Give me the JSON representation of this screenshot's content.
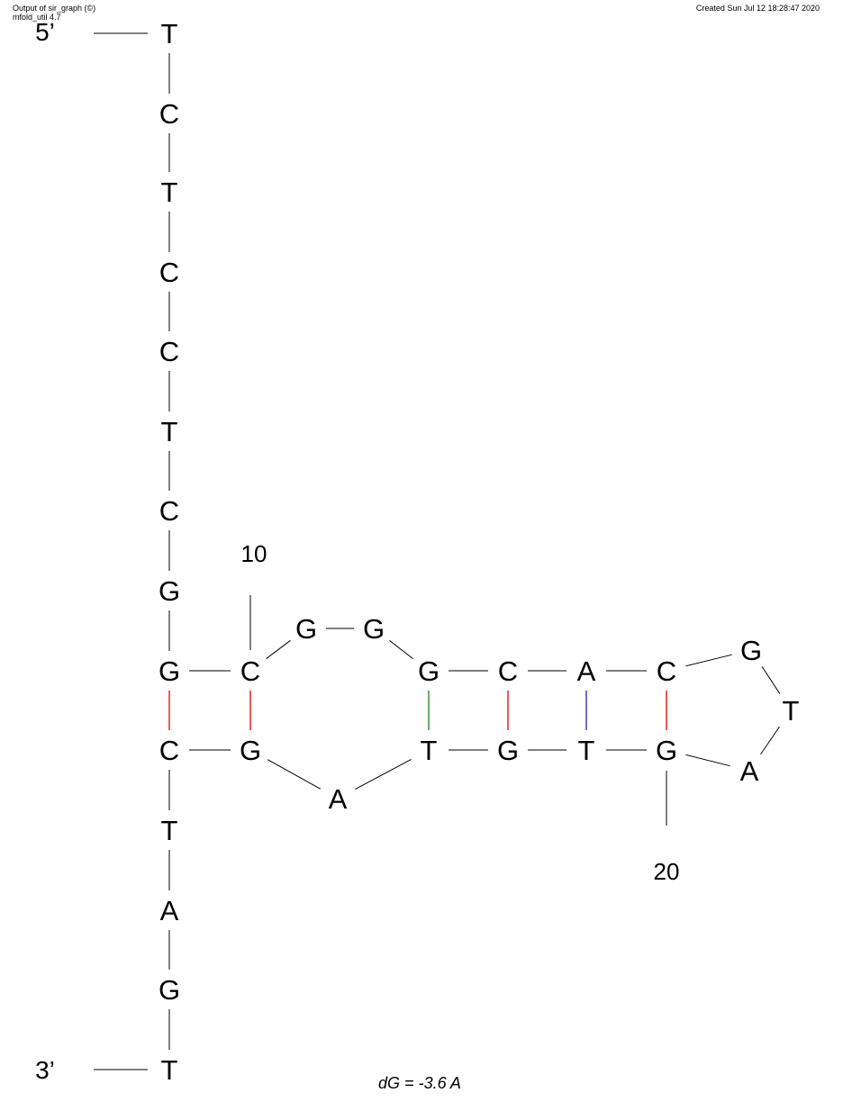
{
  "header": {
    "left_line1": "Output of sir_graph (©)",
    "left_line2": "mfold_util 4.7",
    "right": "Created Sun Jul 12 18:28:47 2020"
  },
  "diagram": {
    "five_prime": "5’",
    "three_prime": "3’",
    "free_energy": "dG = -3.6 A",
    "colors": {
      "GC": "#e00000",
      "AT": "#2020b0",
      "GU": "#208020",
      "backbone": "#000000"
    },
    "bases": [
      "T",
      "C",
      "T",
      "C",
      "C",
      "T",
      "C",
      "G",
      "G",
      "C",
      "G",
      "G",
      "G",
      "C",
      "A",
      "C",
      "G",
      "T",
      "A",
      "G",
      "T",
      "G",
      "T",
      "A",
      "G",
      "C",
      "T",
      "A",
      "G",
      "T"
    ],
    "pairs": [
      {
        "i": 9,
        "j": 26,
        "type": "GC"
      },
      {
        "i": 10,
        "j": 25,
        "type": "GC"
      },
      {
        "i": 13,
        "j": 23,
        "type": "GU"
      },
      {
        "i": 14,
        "j": 22,
        "type": "GC"
      },
      {
        "i": 15,
        "j": 21,
        "type": "AT"
      },
      {
        "i": 16,
        "j": 20,
        "type": "GC"
      }
    ],
    "numbers": [
      {
        "label": "10",
        "index": 10
      },
      {
        "label": "20",
        "index": 20
      }
    ]
  }
}
